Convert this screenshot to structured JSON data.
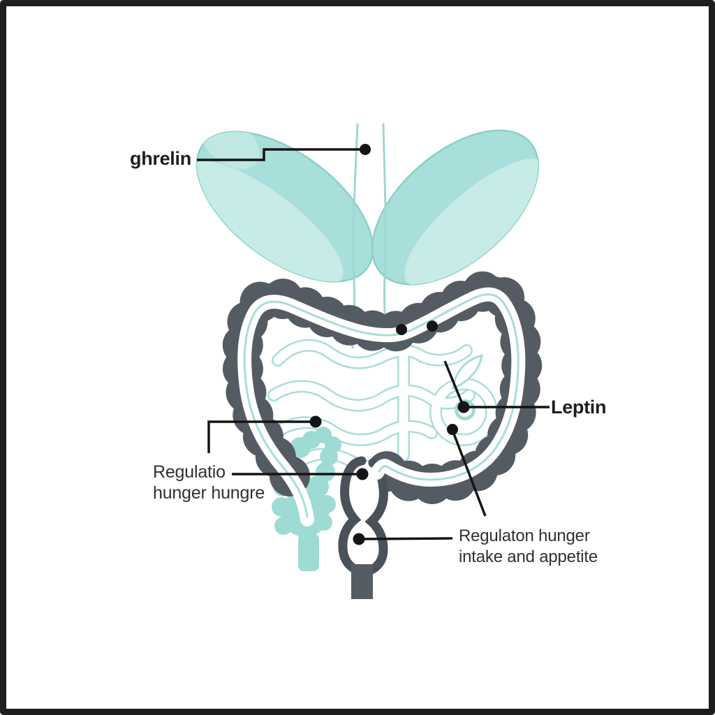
{
  "figure": {
    "description": "Line illustration of the human digestive tract with hormone annotation labels",
    "labels": {
      "ghrelin": {
        "text": "ghrelin"
      },
      "leptin": {
        "text": "Leptin"
      },
      "regulation_hunger": {
        "line1": "Regulatio",
        "line2": "hunger hungre"
      },
      "regulation_intake": {
        "line1": "Regulaton hunger",
        "line2": "intake and appetite"
      }
    },
    "annotation_dot_count": 8
  },
  "colors": {
    "background": "#ffffff",
    "frame_border": "#1e1e1e",
    "organ_teal": "#a9dfda",
    "organ_teal_highlight": "#c7ebe6",
    "organ_teal_bright": "#9edbd4",
    "intestine_outline_teal": "#a7ded8",
    "colon_gray": "#555b62",
    "stomach_outline_gray": "#4a5158",
    "annotation_black": "#141414",
    "label_text": "#303030"
  }
}
